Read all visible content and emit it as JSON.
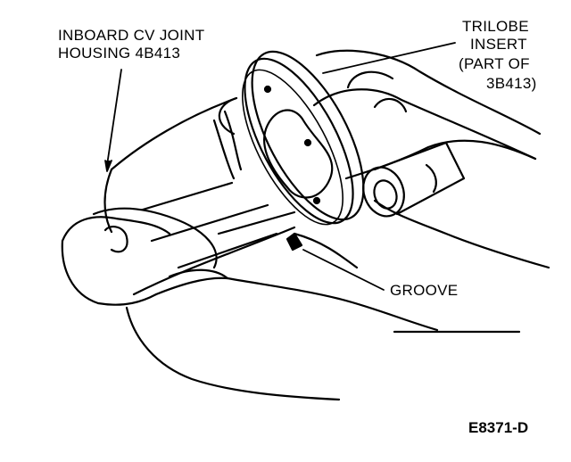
{
  "labels": {
    "housing_line1": "INBOARD CV JOINT",
    "housing_line2": "HOUSING 4B413",
    "trilobe_line1": "TRILOBE",
    "trilobe_line2": "INSERT",
    "trilobe_line3": "(PART OF",
    "trilobe_line4": "3B413)",
    "groove": "GROOVE"
  },
  "figure_id": "E8371-D",
  "colors": {
    "ink": "#000000",
    "paper": "#ffffff"
  }
}
